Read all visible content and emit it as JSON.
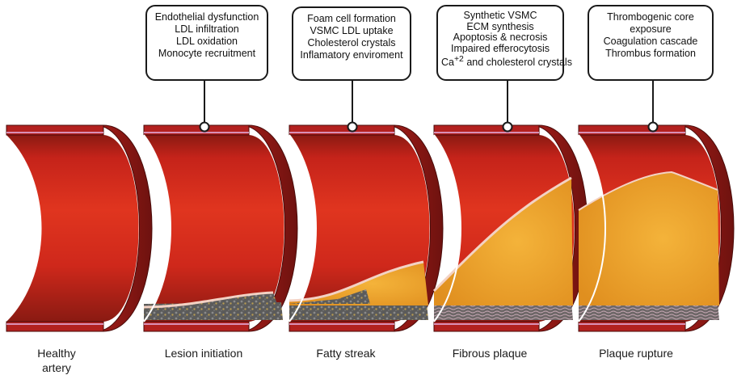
{
  "stages": [
    {
      "name": "Healthy artery",
      "label_lines": [
        "Healthy",
        "artery"
      ],
      "plaque_level": 0,
      "callout": []
    },
    {
      "name": "Lesion initiation",
      "label_lines": [
        "Lesion initiation"
      ],
      "plaque_level": 1,
      "callout": [
        "Endothelial dysfunction",
        "LDL infiltration",
        "LDL oxidation",
        "Monocyte recruitment"
      ]
    },
    {
      "name": "Fatty streak",
      "label_lines": [
        "Fatty streak"
      ],
      "plaque_level": 2,
      "callout": [
        "Foam cell formation",
        "VSMC LDL uptake",
        "Cholesterol crystals",
        "Inflamatory enviroment"
      ]
    },
    {
      "name": "Fibrous plaque",
      "label_lines": [
        "Fibrous plaque"
      ],
      "plaque_level": 3,
      "callout": [
        "Synthetic  VSMC",
        "ECM synthesis",
        "Apoptosis & necrosis",
        "Impaired efferocytosis",
        "Ca and cholesterol crystals"
      ],
      "callout_superscript": "+2"
    },
    {
      "name": "Plaque rupture",
      "label_lines": [
        "Plaque rupture"
      ],
      "plaque_level": 4,
      "callout": [
        "Thrombogenic core",
        "exposure",
        "Coagulation cascade",
        "Thrombus formation"
      ]
    }
  ],
  "colors": {
    "wall_outer": "#b3211f",
    "wall_dark": "#7c1512",
    "lumen": "#d42a20",
    "lumen_dark": "#8a1a12",
    "intima": "#d88fb5",
    "plaque_base": "#5f5f5f",
    "lipid_core": "#f0a52c",
    "fibrous_cap": "#f3d2c4"
  }
}
